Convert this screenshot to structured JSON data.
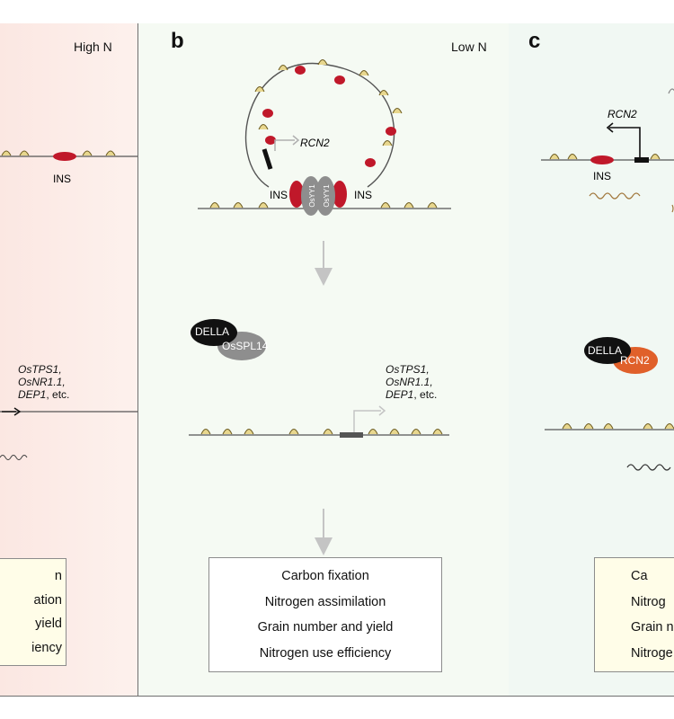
{
  "panels": {
    "a": {
      "condition": "High N",
      "ins_label": "INS",
      "genes": [
        "OsTPS1,",
        "OsNR1.1,",
        "DEP1"
      ],
      "genes_suffix": ", etc.",
      "outcomes": [
        "n",
        "ation",
        "yield",
        "iency"
      ]
    },
    "b": {
      "letter": "b",
      "condition": "Low N",
      "rcn2_label": "RCN2",
      "ins_left": "INS",
      "ins_right": "INS",
      "protein_label": "OsYY1",
      "della_label": "DELLA",
      "spl14_label": "OsSPL14",
      "genes": [
        "OsTPS1,",
        "OsNR1.1,",
        "DEP1"
      ],
      "genes_suffix": ", etc.",
      "outcomes": [
        "Carbon fixation",
        "Nitrogen assimilation",
        "Grain number and yield",
        "Nitrogen use efficiency"
      ]
    },
    "c": {
      "letter": "c",
      "rcn2_label": "RCN2",
      "ins_label": "INS",
      "della_label": "DELLA",
      "rcn2_protein": "RCN2",
      "outcomes": [
        "Ca",
        "Nitrog",
        "Grain n",
        "Nitroge"
      ]
    }
  },
  "colors": {
    "ins_red": "#c0182a",
    "nucleosome": "#e8d78e",
    "oval_grey": "#8e8e8e",
    "della_black": "#111111",
    "rcn2_orange": "#e0602a",
    "arrow_grey": "#c4c4c4"
  }
}
